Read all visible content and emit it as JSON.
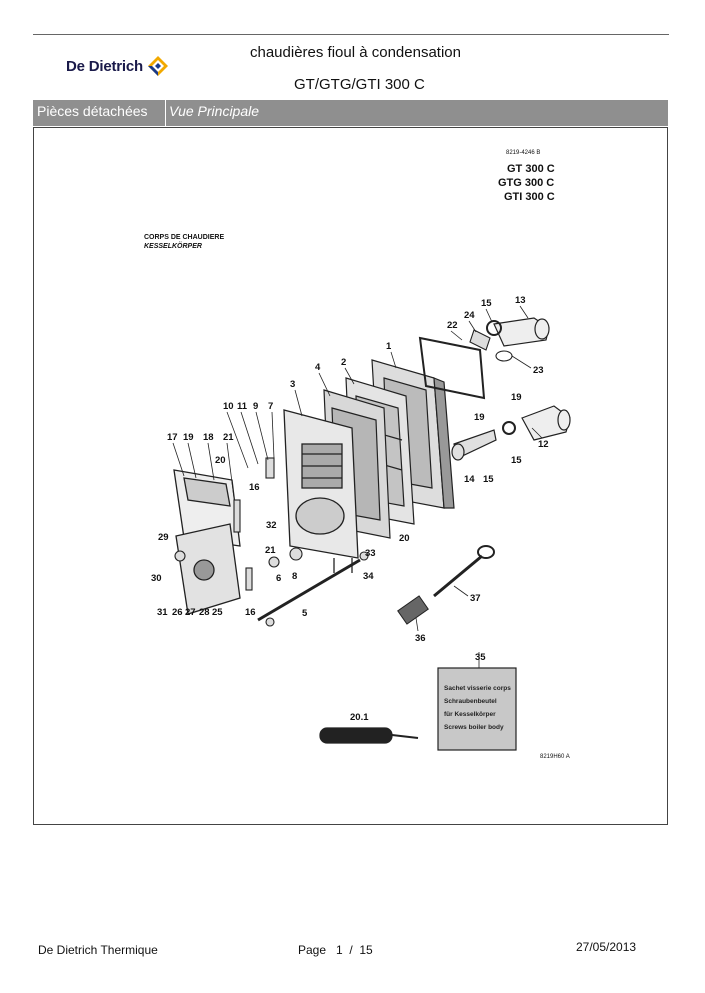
{
  "header": {
    "brand": "De Dietrich",
    "title_line1": "chaudières fioul à condensation",
    "title_line2": "GT/GTG/GTI 300 C"
  },
  "tabs": {
    "section": "Pièces détachées",
    "view": "Vue Principale"
  },
  "drawing": {
    "reference": "8219-4246 B",
    "models": [
      "GT 300 C",
      "GTG 300 C",
      "GTI 300 C"
    ],
    "heading_fr": "CORPS DE CHAUDIERE",
    "heading_de": "KESSELKÖRPER",
    "bag_lines": [
      "Sachet visserie corps",
      "Schraubenbeutel",
      "für Kesselkörper",
      "Screws boiler body"
    ],
    "bottom_ref": "8219H60 A",
    "callouts": [
      "1",
      "2",
      "3",
      "4",
      "5",
      "6",
      "7",
      "8",
      "9",
      "10",
      "11",
      "12",
      "13",
      "14",
      "15",
      "16",
      "17",
      "18",
      "19",
      "20",
      "20.1",
      "21",
      "22",
      "23",
      "24",
      "25",
      "26",
      "27",
      "28",
      "29",
      "30",
      "31",
      "32",
      "33",
      "34",
      "35",
      "36",
      "37"
    ]
  },
  "footer": {
    "company": "De Dietrich Thermique",
    "page": "Page   1  /  15",
    "date": "27/05/2013"
  }
}
